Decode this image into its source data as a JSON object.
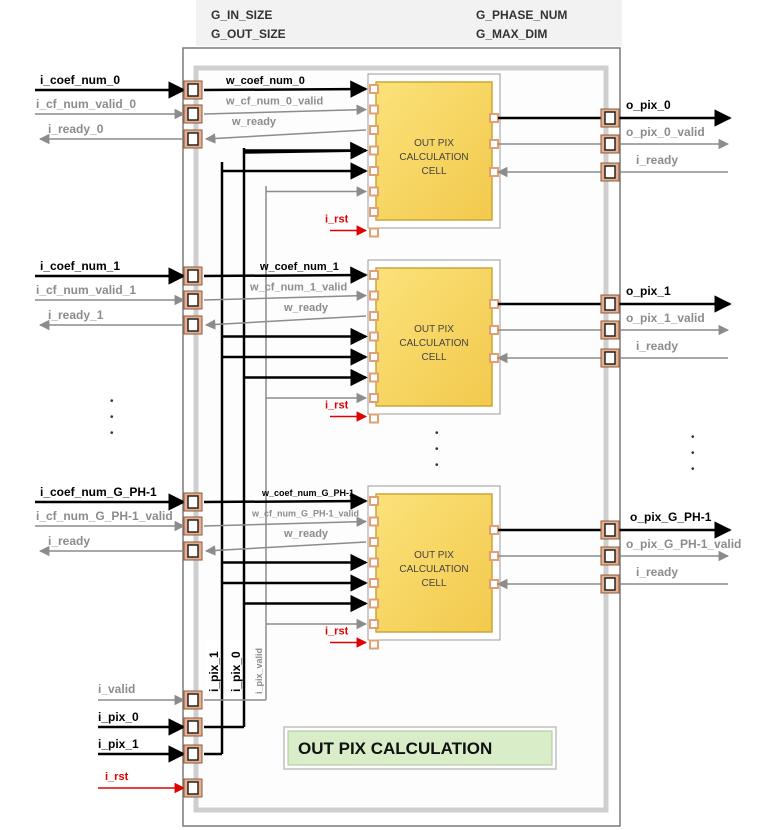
{
  "generics": {
    "in_size": "G_IN_SIZE",
    "out_size": "G_OUT_SIZE",
    "phase_num": "G_PHASE_NUM",
    "max_dim": "G_MAX_DIM"
  },
  "block_title": "OUT PIX CALCULATION",
  "cell": {
    "line1": "OUT PIX",
    "line2": "CALCULATION",
    "line3": "CELL"
  },
  "ellipsis": "•",
  "phases": [
    {
      "in_coef": "i_coef_num_0",
      "in_valid": "i_cf_num_valid_0",
      "out_ready": "i_ready_0",
      "w_coef": "w_coef_num_0",
      "w_valid": "w_cf_num_0_valid",
      "w_ready": "w_ready",
      "rst": "i_rst",
      "o_pix": "o_pix_0",
      "o_valid": "o_pix_0_valid",
      "i_ready": "i_ready"
    },
    {
      "in_coef": "i_coef_num_1",
      "in_valid": "i_cf_num_valid_1",
      "out_ready": "i_ready_1",
      "w_coef": "w_coef_num_1",
      "w_valid": "w_cf_num_1_valid",
      "w_ready": "w_ready",
      "rst": "i_rst",
      "o_pix": "o_pix_1",
      "o_valid": "o_pix_1_valid",
      "i_ready": "i_ready"
    },
    {
      "in_coef": "i_coef_num_G_PH-1",
      "in_valid": "i_cf_num_G_PH-1_valid",
      "out_ready": "i_ready",
      "w_coef": "w_coef_num_G_PH-1",
      "w_valid": "w_cf_num_G_PH-1_valid",
      "w_ready": "w_ready",
      "rst": "i_rst",
      "o_pix": "o_pix_G_PH-1",
      "o_valid": "o_pix_G_PH-1_valid",
      "i_ready": "i_ready"
    }
  ],
  "bottom_inputs": {
    "valid": "i_valid",
    "pix0": "i_pix_0",
    "pix1": "i_pix_1",
    "rst": "i_rst"
  },
  "vertical_buses": {
    "pix1": "i_pix_1",
    "pix0": "i_pix_0",
    "valid": "i_pix_valid"
  },
  "colors": {
    "black_wire": "#000000",
    "gray_wire": "#8c8c8c",
    "reset_wire": "#e00000",
    "cell_fill": "#f7d65a",
    "port_fill": "#e8a07a",
    "title_fill": "#d8edc8"
  }
}
